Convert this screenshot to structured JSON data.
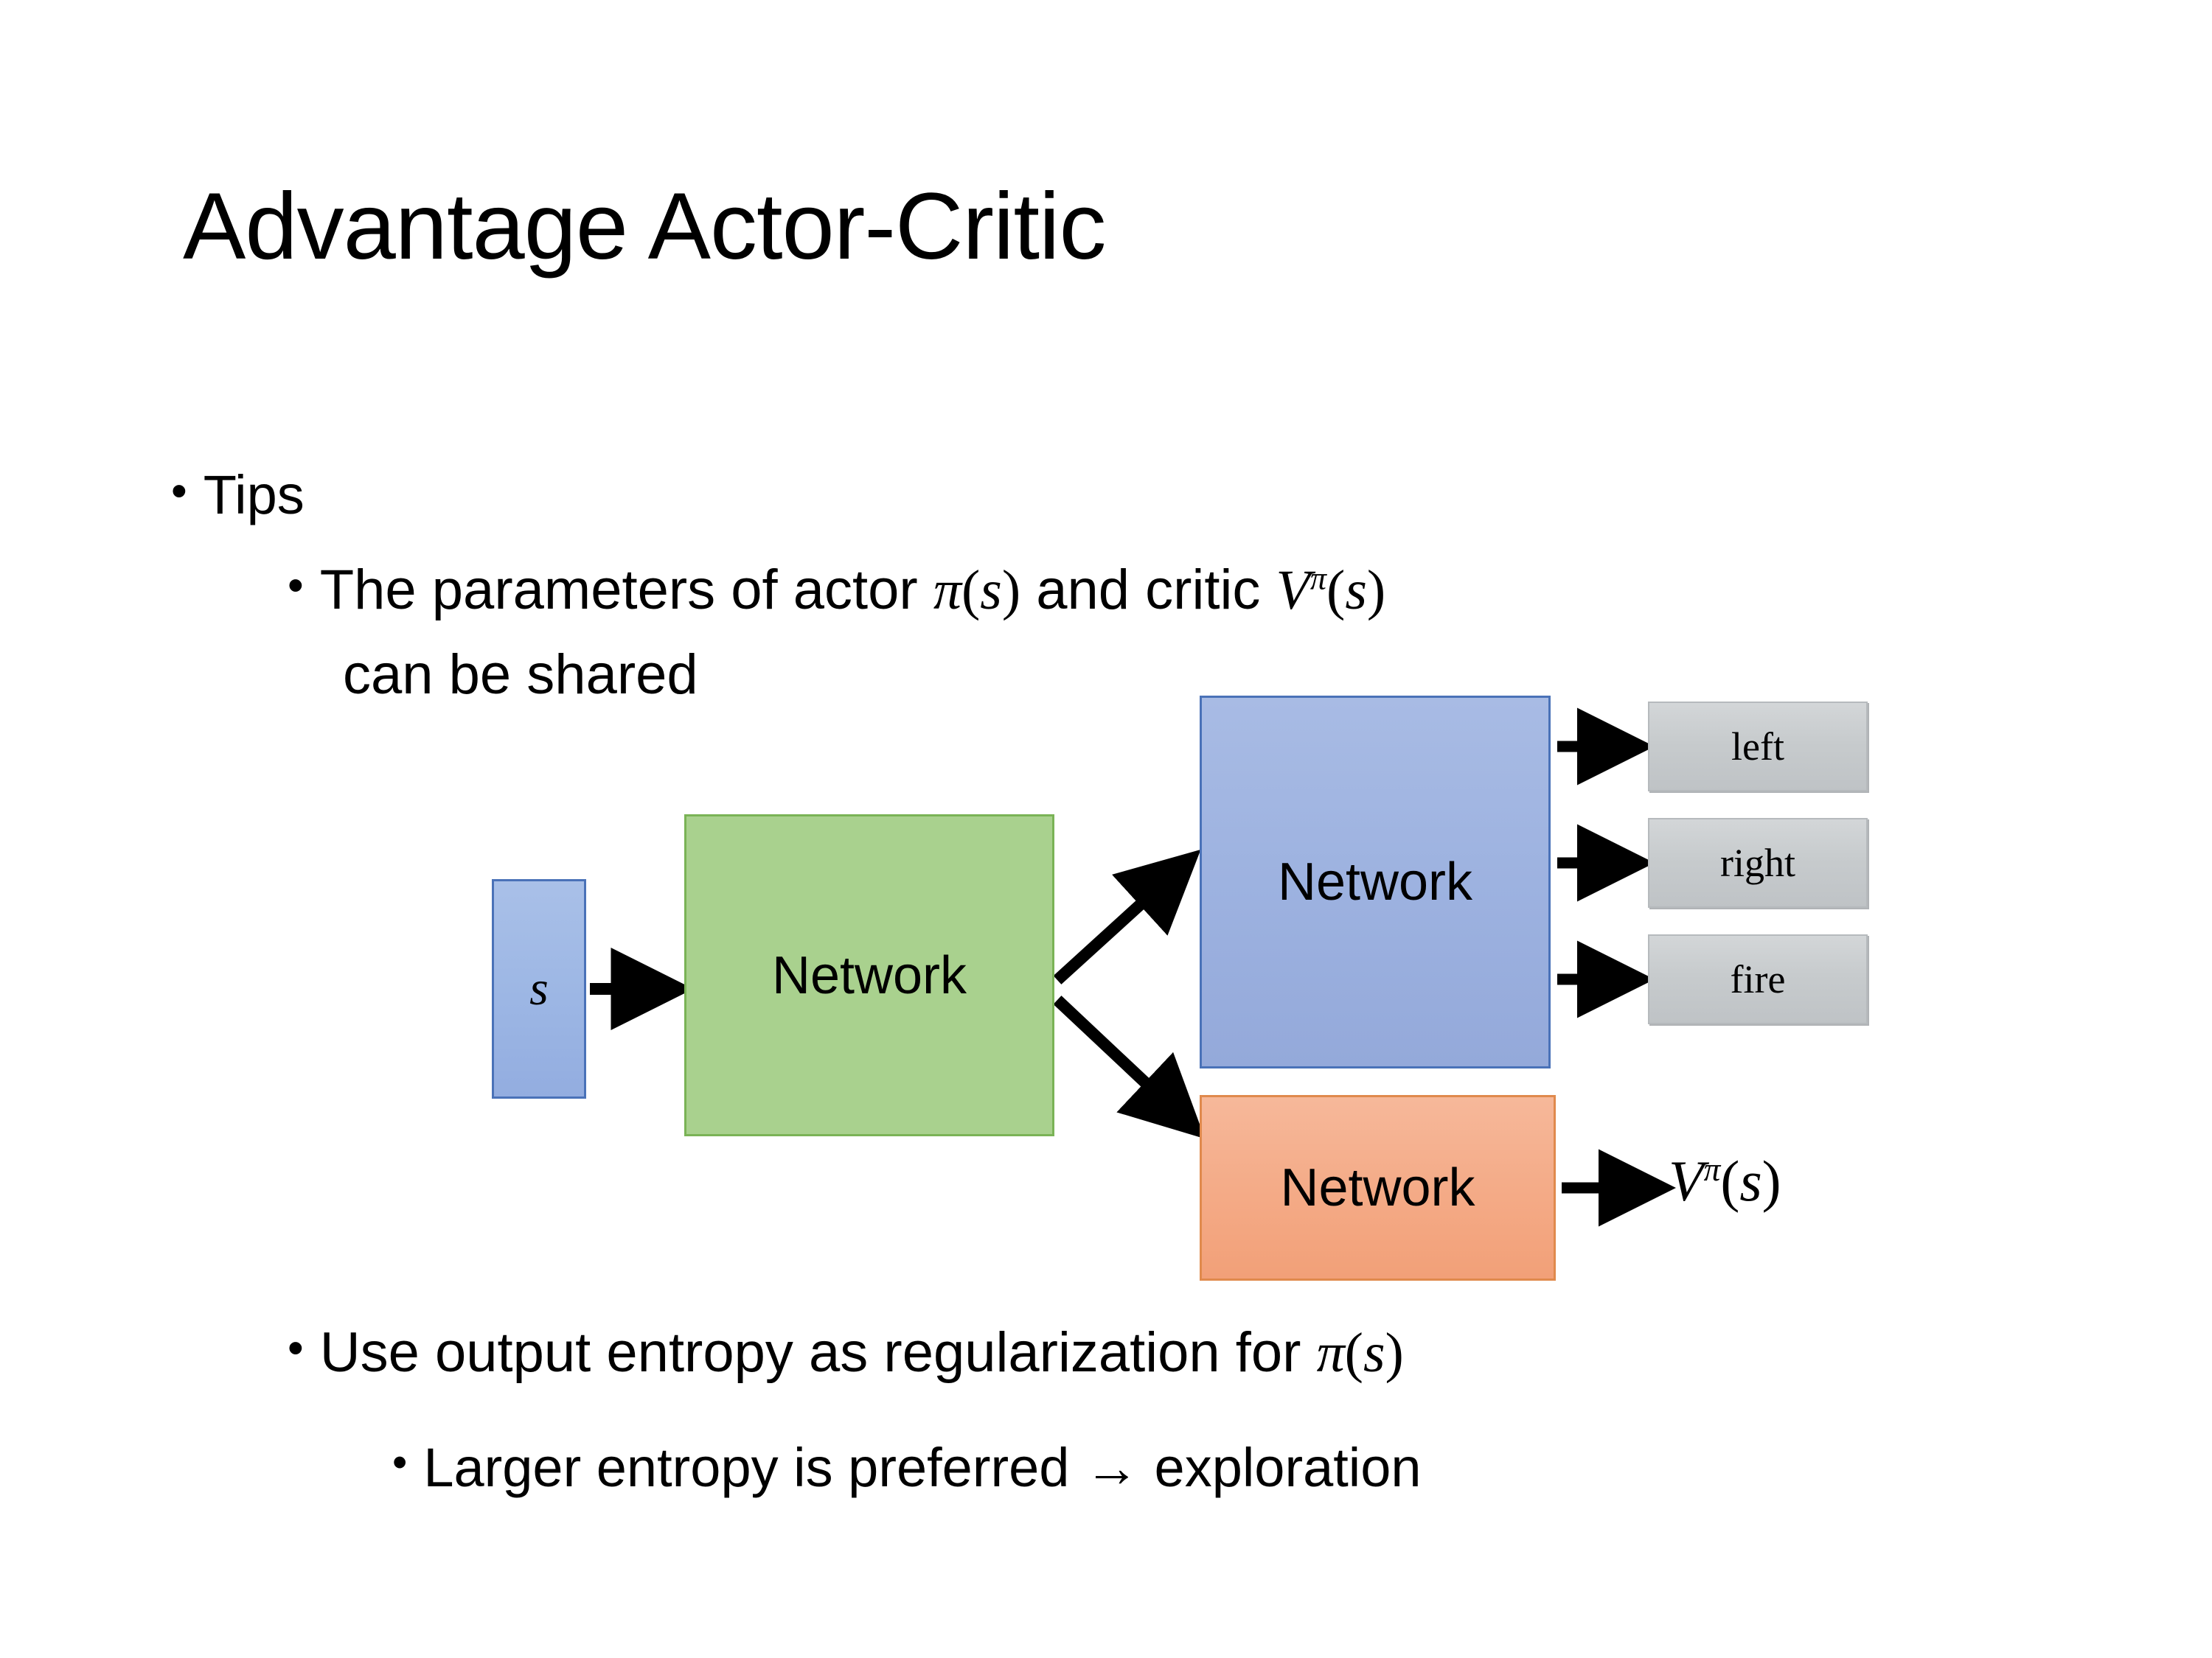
{
  "slide": {
    "title": "Advantage Actor-Critic",
    "bullets": {
      "tips": "Tips",
      "params_line1": "The parameters of actor ",
      "params_mid": "  and critic ",
      "params_line2": "can be shared",
      "entropy": "Use output entropy as regularization for ",
      "exploration": "Larger entropy is preferred → exploration"
    },
    "bullet_marker": "•"
  },
  "math": {
    "pi_of_s": "π(s)",
    "pi_symbol": "π",
    "v_symbol": "V",
    "s_symbol": "s",
    "open_paren": "(",
    "close_paren": ")"
  },
  "diagram": {
    "state_box": {
      "label": "s",
      "color": "#9cb6e4",
      "border": "#4a72b8"
    },
    "shared_network": {
      "label": "Network",
      "color": "#a9d18e",
      "border": "#7ab356"
    },
    "actor_network": {
      "label": "Network",
      "color": "#9db2e0",
      "border": "#4a72b8"
    },
    "critic_network": {
      "label": "Network",
      "color": "#f4aa86",
      "border": "#e08a4d"
    },
    "actions": [
      {
        "label": "left"
      },
      {
        "label": "right"
      },
      {
        "label": "fire"
      }
    ],
    "value_output": "Vπ(s)",
    "arrow_color": "#000000"
  }
}
